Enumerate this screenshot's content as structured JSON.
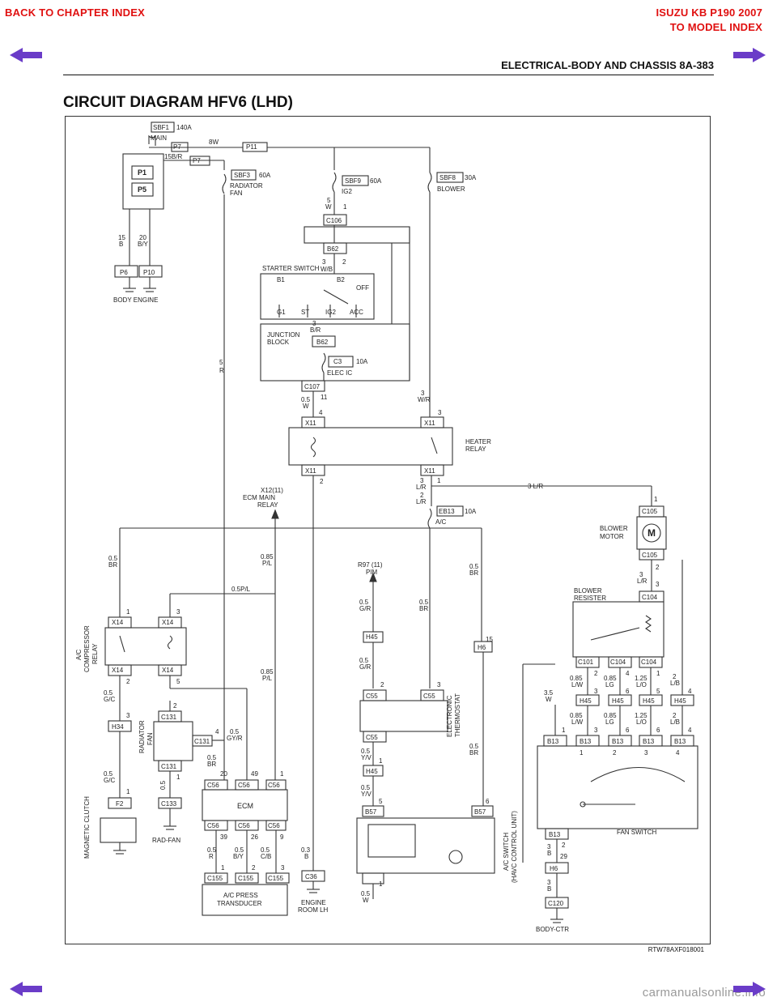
{
  "nav": {
    "back_to_chapter": "BACK TO CHAPTER INDEX",
    "doc_title": "ISUZU KB P190 2007",
    "to_model_index": "TO MODEL INDEX"
  },
  "header": {
    "section": "ELECTRICAL-BODY AND CHASSIS  8A-383"
  },
  "title": "CIRCUIT DIAGRAM HFV6 (LHD)",
  "diagram_ref": "RTW78AXF018001",
  "watermark": "carmanualsonline.info",
  "colors": {
    "nav_red": "#e01010",
    "arrow_purple": "#6a3cc8",
    "line": "#333333"
  },
  "diagram": {
    "labels": {
      "sbf1": "SBF1",
      "sbf1_amp": "140A",
      "main": "MAIN",
      "p7": "P7",
      "w8": "8W",
      "w15": "15B/R",
      "p7b": "P7",
      "p11": "P11",
      "sbf3": "SBF3",
      "sbf3_amp": "60A",
      "radiator_fan": "RADIATOR",
      "fan": "FAN",
      "sbf9": "SBF9",
      "sbf9_amp": "60A",
      "ig2": "IG2",
      "sbf8": "SBF8",
      "sbf8_amp": "30A",
      "blower": "BLOWER",
      "p1": "P1",
      "p5": "P5",
      "w15b": "15",
      "w15b2": "B",
      "w20": "20",
      "w20b": "B/Y",
      "p6": "P6",
      "p10": "P10",
      "body_engine": "BODY ENGINE",
      "w5": "5",
      "w5w": "W",
      "one": "1",
      "c106": "C106",
      "b62a": "B62",
      "starter_switch": "STARTER SWITCH",
      "w3": "3",
      "w3wb": "W/B",
      "two": "2",
      "b1": "B1",
      "b2": "B2",
      "off": "OFF",
      "g1": "G1",
      "st": "ST",
      "ig2b": "IG2",
      "acc": "ACC",
      "junction": "JUNCTION",
      "block": "BLOCK",
      "w3b": "3",
      "w3br": "B/R",
      "b62b": "B62",
      "c3": "C3",
      "c3_amp": "10A",
      "elec_ic": "ELEC IC",
      "c107": "C107",
      "w05": "0.5",
      "w05w": "W",
      "w11": "11",
      "w4": "4",
      "w3wr": "3",
      "w3wr2": "W/R",
      "w3c": "3",
      "x11a": "X11",
      "x11b": "X11",
      "x11c": "X11",
      "x11d": "X11",
      "heater": "HEATER",
      "relay": "RELAY",
      "w5r": "5",
      "w5rr": "R",
      "w2": "2",
      "x12": "X12(11)",
      "ecm_main": "ECM MAIN",
      "relay2": "RELAY",
      "w3lr": "3",
      "w3lr2": "L/R",
      "w1b": "1",
      "lr3": "3 L/R",
      "w2lr": "2",
      "w2lr2": "L/R",
      "eb13": "EB13",
      "eb13_amp": "10A",
      "ac": "A/C",
      "c105a": "C105",
      "c105b": "C105",
      "blower_motor": "BLOWER",
      "motor": "MOTOR",
      "m": "M",
      "w05br": "0.5",
      "w05br2": "BR",
      "w085": "0.85",
      "w085pl": "P/L",
      "w05pl": "0.5P/L",
      "r97": "R97 (11)",
      "pim": "PIM",
      "w05br3": "0.5",
      "w05br4": "BR",
      "w05br5": "0.5",
      "w05br6": "BR",
      "w3lr3": "3",
      "w3lr4": "L/R",
      "w3d": "3",
      "blower_resister": "BLOWER",
      "resister": "RESISTER",
      "c104a": "C104",
      "w05gr": "0.5",
      "w05gr2": "G/R",
      "h45a": "H45",
      "x14a": "X14",
      "x14b": "X14",
      "x14c": "X14",
      "x14d": "X14",
      "ac_comp": "A/C",
      "compressor": "COMPRESSOR",
      "relay3": "RELAY",
      "w1c": "1",
      "w3e": "3",
      "w2c": "2",
      "w5c": "5",
      "w085b": "0.85",
      "w085pl2": "P/L",
      "w05gr3": "0.5",
      "w05gr4": "G/R",
      "h6": "H6",
      "w15c": "15",
      "c101": "C101",
      "c104b": "C104",
      "c104c": "C104",
      "w2d": "2",
      "w4b": "4",
      "w1d": "1",
      "w085lw": "0.85",
      "w085lw2": "L/W",
      "w085lg": "0.85",
      "w085lg2": "LG",
      "w125lo": "1.25",
      "w125lo2": "L/O",
      "w2lb": "2",
      "w2lb2": "L/B",
      "w3f": "3",
      "w6": "6",
      "w5d": "5",
      "w4c": "4",
      "h45b": "H45",
      "h45c": "H45",
      "h45d": "H45",
      "h45e": "H45",
      "w05gc": "0.5",
      "w05gc2": "G/C",
      "w3g": "3",
      "h34": "H34",
      "c131a": "C131",
      "c131b": "C131",
      "c131c": "C131",
      "w2e": "2",
      "w4d": "4",
      "radiator2": "RADIATOR",
      "fan2": "FAN",
      "w05gyr": "0.5",
      "w05gyr2": "GY/R",
      "w05brb": "0.5",
      "w05brb2": "BR",
      "c55a": "C55",
      "c55b": "C55",
      "c55c": "C55",
      "w2f": "2",
      "w3h": "3",
      "electronic": "ELECTRONIC",
      "thermostat": "THERMOSTAT",
      "w35": "3.5",
      "w35w": "W",
      "w085lw3": "0.85",
      "w085lw4": "L/W",
      "w085lg3": "0.85",
      "w085lg4": "LG",
      "w125lo3": "1.25",
      "w125lo4": "L/O",
      "w2lb3": "2",
      "w2lb4": "L/B",
      "w1e": "1",
      "w3i": "3",
      "w6b": "6",
      "w6c": "6",
      "w4e": "4",
      "b13a": "B13",
      "b13b": "B13",
      "b13c": "B13",
      "b13d": "B13",
      "b13e": "B13",
      "w1f": "1",
      "w2g": "2",
      "w3j": "3",
      "w4f": "4",
      "c56a": "C56",
      "c56b": "C56",
      "c56c": "C56",
      "w20b2": "20",
      "w49": "49",
      "w1g": "1",
      "ecm": "ECM",
      "c56d": "C56",
      "c56e": "C56",
      "c56f": "C56",
      "w39": "39",
      "w26": "26",
      "w9": "9",
      "w05yv": "0.5",
      "w05yv2": "Y/V",
      "w1h": "1",
      "h45f": "H45",
      "w05yv3": "0.5",
      "w05yv4": "Y/V",
      "w5e": "5",
      "b57a": "B57",
      "b57b": "B57",
      "w6d": "6",
      "w05br7": "0.5",
      "w05br8": "BR",
      "ac_switch": "A/C SWITCH",
      "havc": "(HAVC CONTROL UNIT)",
      "w05gc3": "0.5",
      "w05gc4": "G/C",
      "w1i": "1",
      "f2": "F2",
      "magnetic_clutch": "MAGNETIC CLUTCH",
      "c133": "C133",
      "w1j": "1",
      "w05b": "0.5",
      "rad_fan": "RAD-FAN",
      "w05r": "0.5",
      "w05r2": "R",
      "w05by": "0.5",
      "w05by2": "B/Y",
      "w05cb": "0.5",
      "w05cb2": "C/B",
      "w1k": "1",
      "w2h": "2",
      "w3k": "3",
      "c155a": "C155",
      "c155b": "C155",
      "c155c": "C155",
      "ac_press": "A/C PRESS",
      "transducer": "TRANSDUCER",
      "w03": "0.3",
      "w03b": "B",
      "c36": "C36",
      "engine_room": "ENGINE",
      "room_lh": "ROOM LH",
      "w05w2": "0.5",
      "w05w3": "W",
      "w1l": "1",
      "fan_switch": "FAN SWITCH",
      "b13f": "B13",
      "w3l": "3",
      "w3lb": "B",
      "w2i": "2",
      "w29": "29",
      "h6b": "H6",
      "w3m": "3",
      "w3mb": "B",
      "c120": "C120",
      "body_ctr": "BODY-CTR"
    }
  }
}
